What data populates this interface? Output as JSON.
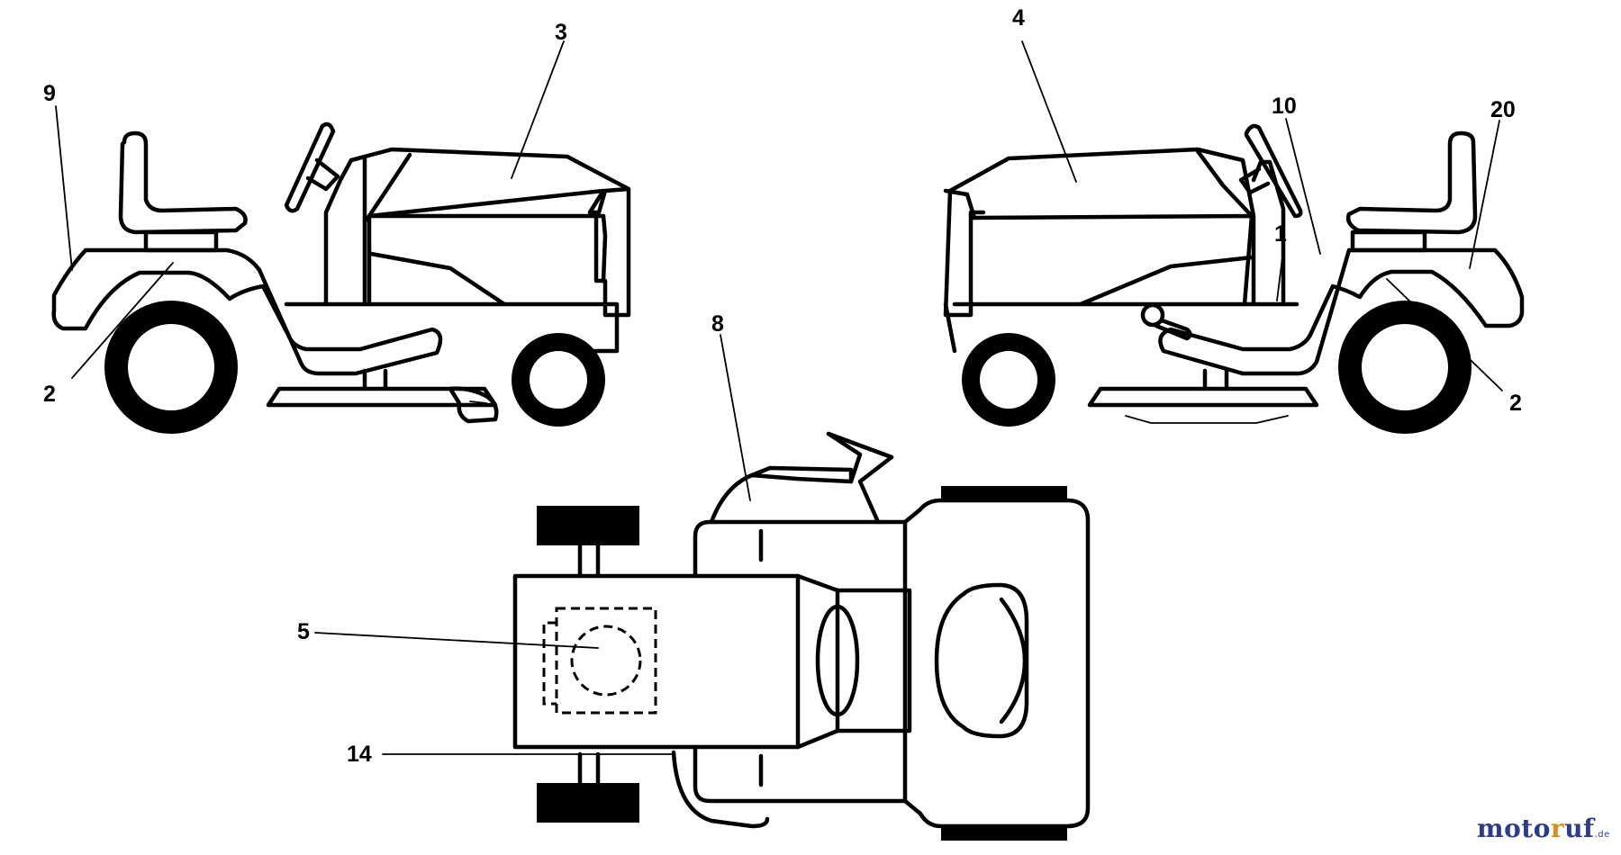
{
  "labels": {
    "left_seat_fender": "9",
    "left_hood": "3",
    "left_fender": "2",
    "right_hood": "4",
    "right_dash": "10",
    "right_rear_fender_top": "20",
    "right_frame": "1",
    "right_fender": "2",
    "top_chute": "8",
    "top_fender_decal": "5",
    "top_side_decal": "14"
  },
  "watermark": {
    "part1": "moto",
    "part2": "r",
    "part3": "uf",
    "suffix": ".de"
  }
}
